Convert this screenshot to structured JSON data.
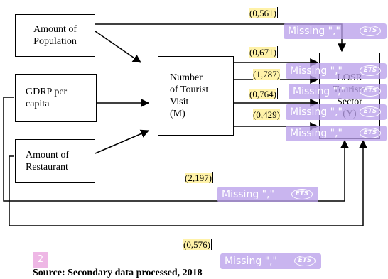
{
  "nodes": {
    "population": "Amount of\nPopulation",
    "gdrp": "GDRP per\ncapita",
    "restaurant": "Amount of\nRestaurant",
    "tourist_visit": "Number\nof Tourist\nVisit\n(M)",
    "losr": "LOSR\nTourism\nSector\n(Y)"
  },
  "coefficients": [
    "(0,561)",
    "(0,671)",
    "(1,787)",
    "(0,764)",
    "(0,429)",
    "(2,197)",
    "(0,576)"
  ],
  "annotations": {
    "missing_label": "Missing \",\"",
    "brand_label": "ETS",
    "marker_number": "2"
  },
  "source_text": "Source: Secondary data processed, 2018"
}
